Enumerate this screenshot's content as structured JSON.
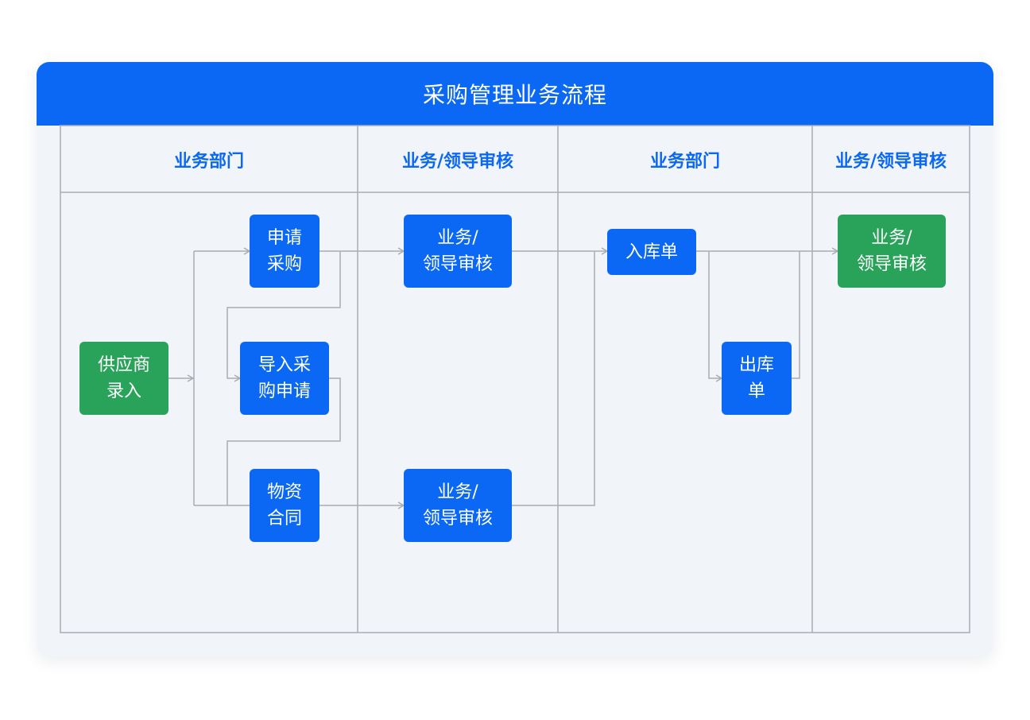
{
  "title": "采购管理业务流程",
  "lanes": [
    {
      "label": "业务部门"
    },
    {
      "label": "业务/领导审核"
    },
    {
      "label": "业务部门"
    },
    {
      "label": "业务/领导审核"
    }
  ],
  "nodes": {
    "supplier_entry": "供应商\n录入",
    "purchase_request": "申请\n采购",
    "import_request": "导入采\n购申请",
    "material_contract": "物资\n合同",
    "review_top": "业务/\n领导审核",
    "review_bottom": "业务/\n领导审核",
    "warehouse_in": "入库单",
    "warehouse_out": "出库\n单",
    "review_final": "业务/\n领导审核"
  },
  "colors": {
    "header": "#0b68f5",
    "lane_title": "#0b68f5",
    "node_blue": "#0b68f5",
    "node_green": "#29a35a",
    "background": "#f1f4f9",
    "line": "#a9adb3"
  }
}
